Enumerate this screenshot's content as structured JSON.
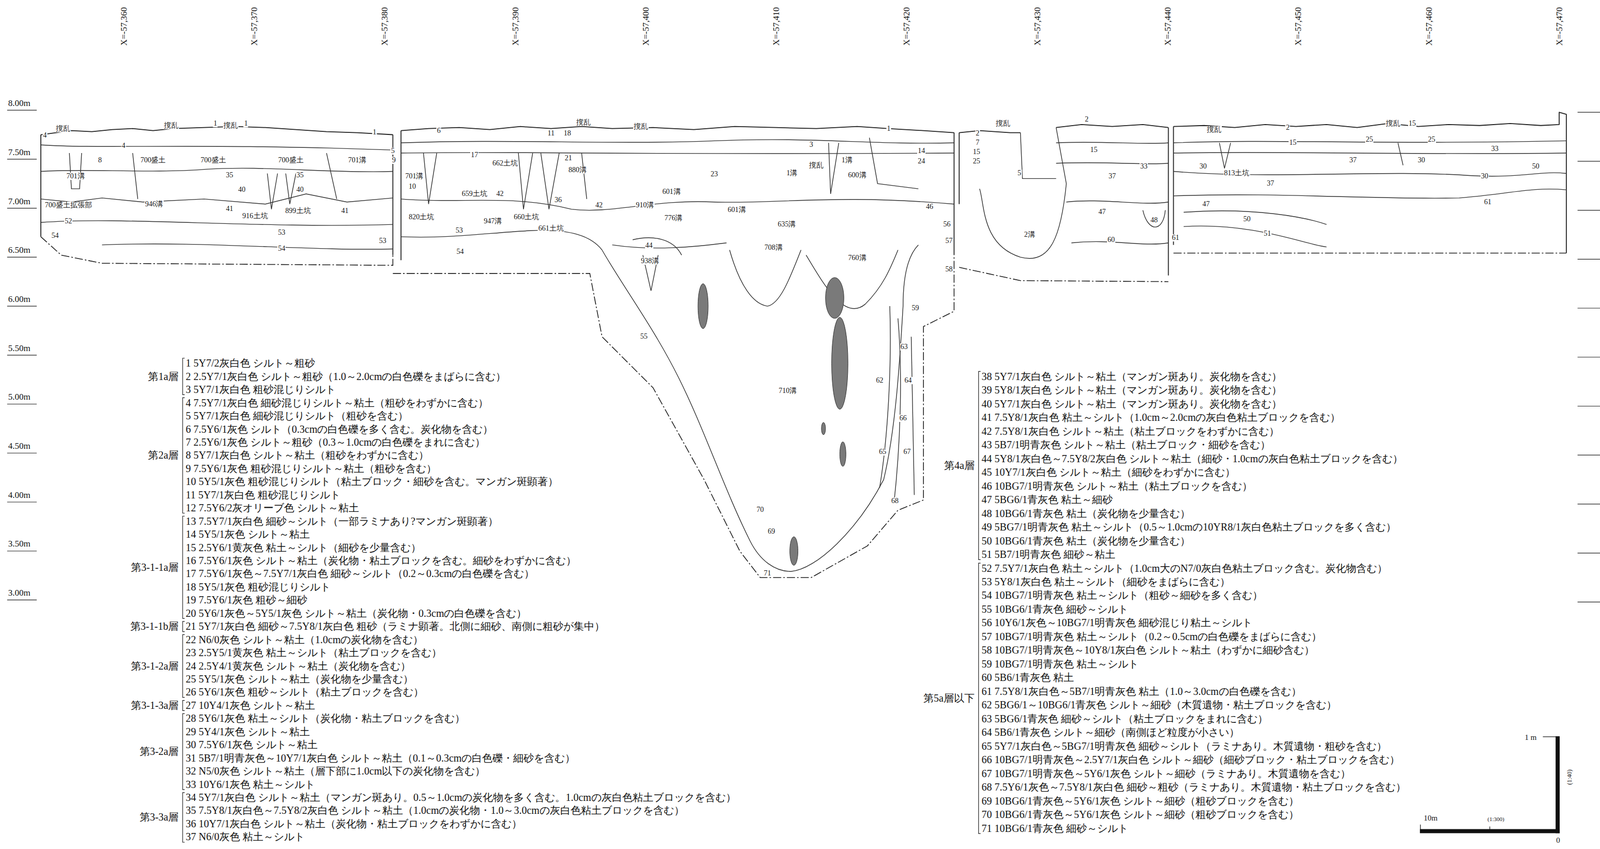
{
  "diagram": {
    "labels": [
      "X=-57,360",
      "X=-57,370",
      "X=-57,380",
      "X=-57,390",
      "X=-57,400",
      "X=-57,410",
      "X=-57,420",
      "X=-57,430",
      "X=-57,440",
      "X=-57,450",
      "X=-57,460",
      "X=-57,470",
      "8.00m",
      "7.50m",
      "7.00m",
      "6.50m",
      "6.00m",
      "5.50m",
      "5.00m",
      "4.50m",
      "4.00m",
      "3.50m",
      "3.00m",
      "4",
      "撹乱",
      "701溝",
      "8",
      "4",
      "撹乱",
      "1",
      "撹乱",
      "1",
      "700盛土",
      "700盛土",
      "700盛土",
      "701溝",
      "1",
      "5",
      "9",
      "700盛土拡張部",
      "946溝",
      "35",
      "40",
      "35",
      "40",
      "41",
      "916土坑",
      "899土坑",
      "41",
      "52",
      "54",
      "53",
      "54",
      "53",
      "6",
      "701溝",
      "10",
      "659土坑",
      "820土坑",
      "53",
      "947溝",
      "54",
      "17",
      "662土坑",
      "42",
      "11",
      "18",
      "撹乱",
      "21",
      "880溝",
      "36",
      "660土坑",
      "661土坑",
      "撹乱",
      "42",
      "910溝",
      "601溝",
      "776溝",
      "23",
      "601溝",
      "44",
      "938溝",
      "1溝",
      "撹乱",
      "1溝",
      "3",
      "1",
      "600溝",
      "635溝",
      "708溝",
      "760溝",
      "14",
      "24",
      "46",
      "56",
      "57",
      "58",
      "59",
      "55",
      "63",
      "62",
      "64",
      "710溝",
      "66",
      "65",
      "67",
      "68",
      "70",
      "69",
      "71",
      "撹乱",
      "2",
      "7",
      "15",
      "25",
      "5",
      "2溝",
      "2",
      "15",
      "33",
      "37",
      "47",
      "48",
      "60",
      "撹乱",
      "2",
      "15",
      "30",
      "813土坑",
      "37",
      "47",
      "61",
      "50",
      "51",
      "37",
      "25",
      "撹乱",
      "15",
      "30",
      "25",
      "33",
      "30",
      "50",
      "61",
      "第1a層",
      "1 5Y7/2灰白色 シルト～粗砂",
      "2 2.5Y7/1灰白色 シルト～粗砂（1.0～2.0cmの白色礫をまばらに含む）",
      "3 5Y7/1灰白色 粗砂混じりシルト",
      "第2a層",
      "4 7.5Y7/1灰白色 細砂混じりシルト～粘土（粗砂をわずかに含む）",
      "5 5Y7/1灰白色 細砂混じりシルト（粗砂を含む）",
      "6 7.5Y6/1灰色 シルト（0.3cmの白色礫を多く含む。炭化物を含む）",
      "7 2.5Y6/1灰色 シルト～粗砂（0.3～1.0cmの白色礫をまれに含む）",
      "8 5Y7/1灰白色 シルト～粘土（粗砂をわずかに含む）",
      "9 7.5Y6/1灰色 粗砂混じりシルト～粘土（粗砂を含む）",
      "10 5Y5/1灰色 粗砂混じりシルト（粘土ブロック・細砂を含む。マンガン斑顕著）",
      "11 5Y7/1灰白色 粗砂混じりシルト",
      "12 7.5Y6/2灰オリーブ色 シルト～粘土",
      "第3-1-1a層",
      "13 7.5Y7/1灰白色 細砂～シルト（一部ラミナあり?マンガン斑顕著）",
      "14 5Y5/1灰色 シルト～粘土",
      "15 2.5Y6/1黄灰色 粘土～シルト（細砂を少量含む）",
      "16 7.5Y6/1灰色 シルト～粘土（炭化物・粘土ブロックを含む。細砂をわずかに含む）",
      "17 7.5Y6/1灰色～7.5Y7/1灰白色 細砂～シルト（0.2～0.3cmの白色礫を含む）",
      "18 5Y5/1灰色 粗砂混じりシルト",
      "19 7.5Y6/1灰色 粗砂～細砂",
      "20 5Y6/1灰色～5Y5/1灰色 シルト～粘土（炭化物・0.3cmの白色礫を含む）",
      "第3-1-1b層",
      "21 5Y7/1灰白色 細砂～7.5Y8/1灰白色 粗砂（ラミナ顕著。北側に細砂、南側に粗砂が集中）",
      "第3-1-2a層",
      "22 N6/0灰色 シルト～粘土（1.0cmの炭化物を含む）",
      "23 2.5Y5/1黄灰色 粘土～シルト（粘土ブロックを含む）",
      "24 2.5Y4/1黄灰色 シルト～粘土（炭化物を含む）",
      "25 5Y5/1灰色 シルト～粘土（炭化物を少量含む）",
      "26 5Y6/1灰色 粗砂～シルト（粘土ブロックを含む）",
      "第3-1-3a層",
      "27 10Y4/1灰色 シルト～粘土",
      "第3-2a層",
      "28 5Y6/1灰色 粘土～シルト（炭化物・粘土ブロックを含む）",
      "29 5Y4/1灰色 シルト～粘土",
      "30 7.5Y6/1灰色 シルト～粘土",
      "31 5B7/1明青灰色～10Y7/1灰白色 シルト～粘土（0.1～0.3cmの白色礫・細砂を含む）",
      "32 N5/0灰色 シルト～粘土（層下部に1.0cm以下の炭化物を含む）",
      "33 10Y6/1灰色 粘土～シルト",
      "第3-3a層",
      "34 5Y7/1灰白色 シルト～粘土（マンガン斑あり。0.5～1.0cmの炭化物を多く含む。1.0cmの灰白色粘土ブロックを含む）",
      "35 7.5Y8/1灰白色～7.5Y8/2灰白色 シルト～粘土（1.0cmの炭化物・1.0～3.0cmの灰白色粘土ブロックを含む）",
      "36 10Y7/1灰白色 シルト～粘土（炭化物・粘土ブロックをわずかに含む）",
      "37 N6/0灰色 粘土～シルト",
      "第4a層",
      "38 5Y7/1灰白色 シルト～粘土（マンガン斑あり。炭化物を含む）",
      "39 5Y8/1灰白色 シルト～粘土（マンガン斑あり。炭化物を含む）",
      "40 5Y7/1灰白色 シルト～粘土（マンガン斑あり。炭化物を含む）",
      "41 7.5Y8/1灰白色 粘土～シルト（1.0cm～2.0cmの灰白色粘土ブロックを含む）",
      "42 7.5Y8/1灰白色 シルト～粘土（粘土ブロックをわずかに含む）",
      "43 5B7/1明青灰色 シルト～粘土（粘土ブロック・細砂を含む）",
      "44 5Y8/1灰白色～7.5Y8/2灰白色 シルト～粘土（細砂・1.0cmの灰白色粘土ブロックを含む）",
      "45 10Y7/1灰白色 シルト～粘土（細砂をわずかに含む）",
      "46 10BG7/1明青灰色 シルト～粘土（粘土ブロックを含む）",
      "47 5BG6/1青灰色 粘土～細砂",
      "48 10BG6/1青灰色 粘土（炭化物を少量含む）",
      "49 5BG7/1明青灰色 粘土～シルト（0.5～1.0cmの10YR8/1灰白色粘土ブロックを多く含む）",
      "50 10BG6/1青灰色 粘土（炭化物を少量含む）",
      "51 5B7/1明青灰色 細砂～粘土",
      "第5a層以下",
      "52 7.5Y7/1灰白色 粘土～シルト（1.0cm大のN7/0灰白色粘土ブロック含む。炭化物含む）",
      "53 5Y8/1灰白色 粘土～シルト（細砂をまばらに含む）",
      "54 10BG7/1明青灰色 粘土～シルト（粗砂～細砂を多く含む）",
      "55 10BG6/1青灰色 細砂～シルト",
      "56 10Y6/1灰色～10BG7/1明青灰色 細砂混じり粘土～シルト",
      "57 10BG7/1明青灰色 粘土～シルト（0.2～0.5cmの白色礫をまばらに含む）",
      "58 10BG7/1明青灰色～10Y8/1灰白色 シルト～粘土（わずかに細砂含む）",
      "59 10BG7/1明青灰色 粘土～シルト",
      "60 5B6/1青灰色 粘土",
      "61 7.5Y8/1灰白色～5B7/1明青灰色 粘土（1.0～3.0cmの白色礫を含む）",
      "62 5BG6/1～10BG6/1青灰色 シルト～細砂（木質遺物・粘土ブロックを含む）",
      "63 5BG6/1青灰色 細砂～シルト（粘土ブロックをまれに含む）",
      "64 5B6/1青灰色 シルト～細砂（南側ほど粒度が小さい）",
      "65 5Y7/1灰白色～5BG7/1明青灰色 細砂～シルト（ラミナあり。木質遺物・粗砂を含む）",
      "66 10BG7/1明青灰色～2.5Y7/1灰白色 シルト～細砂（細砂ブロック・粘土ブロックを含む）",
      "67 10BG7/1明青灰色～5Y6/1灰色 シルト～細砂（ラミナあり。木質遺物を含む）",
      "68 7.5Y6/1灰色～7.5Y8/1灰白色 細砂～粗砂（ラミナあり。木質遺物・粘土ブロックを含む）",
      "69 10BG6/1青灰色～5Y6/1灰色 シルト～細砂（粗砂ブロックを含む）",
      "70 10BG6/1青灰色～5Y6/1灰色 シルト～細砂（粗砂ブロックを含む）",
      "71 10BG6/1青灰色 細砂～シルト",
      "1 m",
      "(1:40)",
      "10m",
      "(1:300)",
      "0"
    ]
  }
}
